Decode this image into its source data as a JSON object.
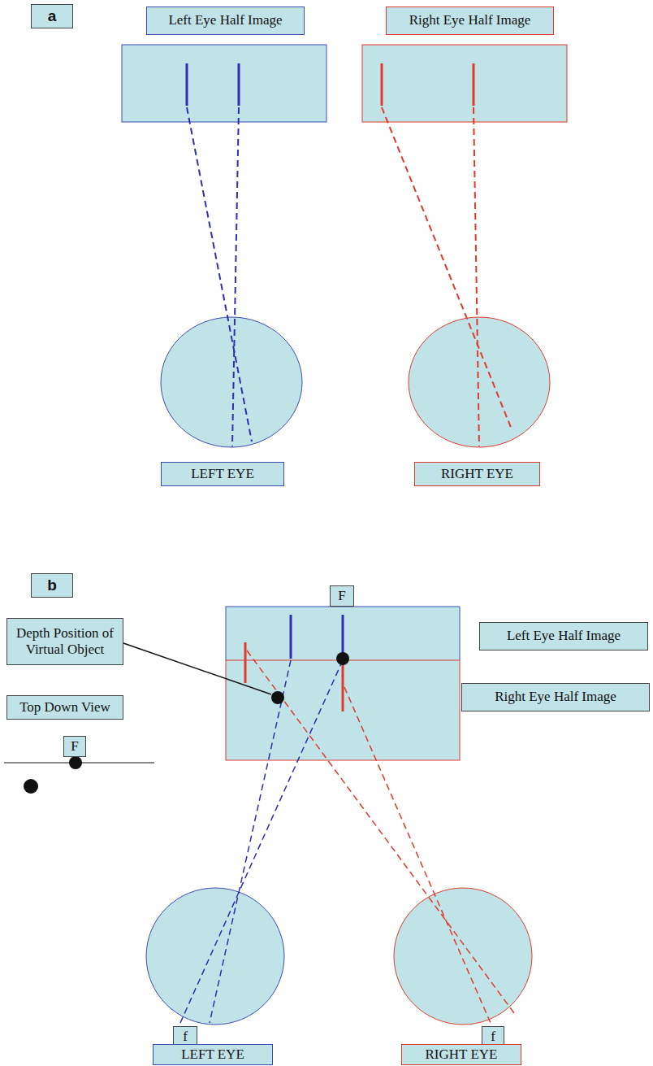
{
  "diagram": {
    "nodes": [
      {
        "text": [
          "a"
        ]
      },
      {
        "text": [
          "Left Eye Half Image"
        ]
      },
      {
        "text": [
          "Right Eye Half Image"
        ]
      },
      {
        "text": [
          "LEFT EYE"
        ]
      },
      {
        "text": [
          "RIGHT EYE"
        ]
      },
      {
        "text": [
          "b"
        ]
      },
      {
        "text": [
          "F"
        ]
      },
      {
        "text": [
          "Depth Position of Virtual Object"
        ]
      },
      {
        "text": [
          "Left Eye Half Image"
        ]
      },
      {
        "text": [
          "Right Eye Half Image"
        ]
      },
      {
        "text": [
          "Top Down View"
        ]
      },
      {
        "text": [
          "F"
        ]
      },
      {
        "text": [
          "f"
        ]
      },
      {
        "text": [
          "f"
        ]
      },
      {
        "text": [
          "LEFT EYE"
        ]
      },
      {
        "text": [
          "RIGHT EYE"
        ]
      }
    ]
  }
}
